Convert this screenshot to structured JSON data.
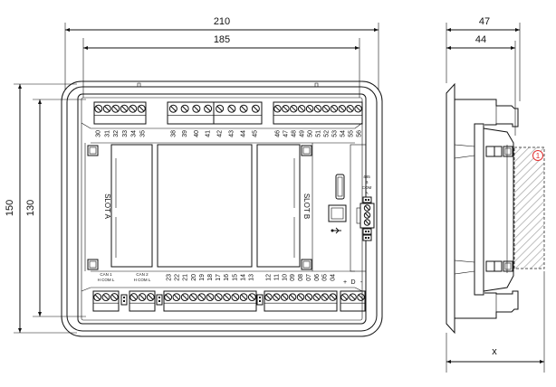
{
  "dimensions": {
    "overall_width": "210",
    "cutout_width": "185",
    "overall_height": "150",
    "cutout_height": "130",
    "depth_total": "47",
    "depth_body": "44",
    "depth_extra": "x"
  },
  "slots": {
    "a": "SLOT A",
    "b": "SLOT B"
  },
  "top_terminals": [
    [
      "30",
      "31",
      "32",
      "33",
      "34",
      "35"
    ],
    [
      "38",
      "39",
      "40",
      "41"
    ],
    [
      "42",
      "43",
      "44",
      "45"
    ],
    [
      "46",
      "47",
      "48",
      "49",
      "50",
      "51",
      "52",
      "53",
      "54",
      "55",
      "56"
    ]
  ],
  "bottom_terminals": {
    "can1_title": "CAN 1",
    "can1_pins": "H COM L",
    "can2_title": "CAN 2",
    "can2_pins": "H COM L",
    "group1": [
      "23",
      "22",
      "21",
      "20",
      "19",
      "18",
      "17",
      "16",
      "15",
      "14",
      "13"
    ],
    "group2": [
      "12",
      "11",
      "10",
      "09",
      "08",
      "07",
      "06",
      "05",
      "04"
    ],
    "power": [
      "+",
      "D",
      "-"
    ]
  },
  "rs485": {
    "title": "485",
    "b": "B",
    "com": "COM",
    "a": "A"
  },
  "marker": "1",
  "colors": {
    "line": "#111111",
    "marker": "#e03030",
    "hatch": "#aaaaaa"
  }
}
